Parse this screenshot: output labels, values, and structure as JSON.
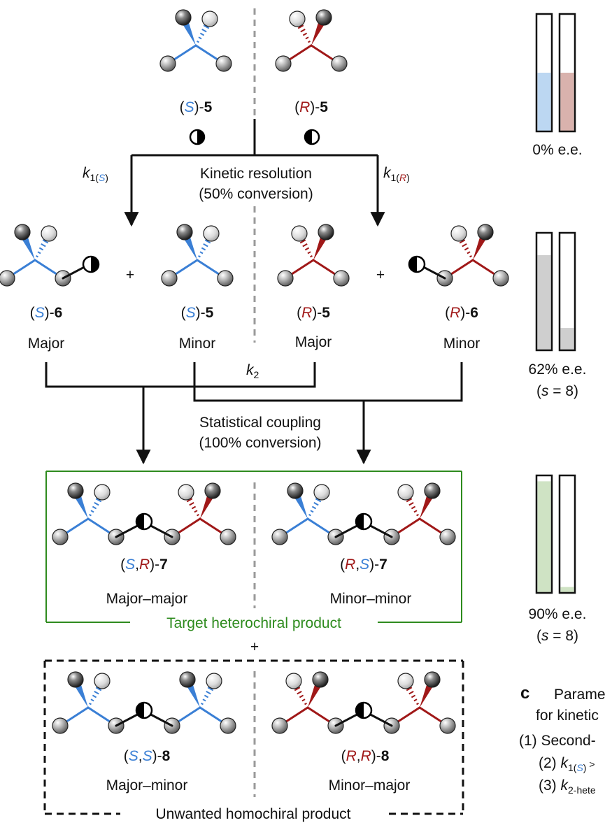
{
  "colors": {
    "s_bond": "#3a7fd5",
    "r_bond": "#a01818",
    "target_box": "#2e8b1e",
    "bar_s": "#bcd7f2",
    "bar_r": "#d9b2ad",
    "bar_grey": "#cfcfcf",
    "bar_green": "#cfe3c4"
  },
  "top": {
    "s5": {
      "open": "(",
      "cfg": "S",
      "close": ")-",
      "num": "5"
    },
    "r5": {
      "open": "(",
      "cfg": "R",
      "close": ")-",
      "num": "5"
    }
  },
  "rate_s": {
    "k": "k",
    "sub": "1(",
    "cfg": "S",
    "close": ")"
  },
  "rate_r": {
    "k": "k",
    "sub": "1(",
    "cfg": "R",
    "close": ")"
  },
  "kinetic_resolution": {
    "line1": "Kinetic resolution",
    "line2": "(50% conversion)"
  },
  "middle": {
    "s6": {
      "open": "(",
      "cfg": "S",
      "close": ")-",
      "num": "6",
      "role": "Major"
    },
    "s5": {
      "open": "(",
      "cfg": "S",
      "close": ")-",
      "num": "5",
      "role": "Minor"
    },
    "r5": {
      "open": "(",
      "cfg": "R",
      "close": ")-",
      "num": "5",
      "role": "Major"
    },
    "r6": {
      "open": "(",
      "cfg": "R",
      "close": ")-",
      "num": "6",
      "role": "Minor"
    },
    "plus": "+"
  },
  "k2": {
    "k": "k",
    "sub": "2"
  },
  "coupling": {
    "line1": "Statistical coupling",
    "line2": "(100% conversion)"
  },
  "target": {
    "sr7": {
      "open": "(",
      "cfg1": "S",
      "comma": ",",
      "cfg2": "R",
      "close": ")-",
      "num": "7",
      "role": "Major–major"
    },
    "rs7": {
      "open": "(",
      "cfg1": "R",
      "comma": ",",
      "cfg2": "S",
      "close": ")-",
      "num": "7",
      "role": "Minor–minor"
    },
    "caption": "Target heterochiral product"
  },
  "plus_between": "+",
  "unwanted": {
    "ss8": {
      "open": "(",
      "cfg1": "S",
      "comma": ",",
      "cfg2": "S",
      "close": ")-",
      "num": "8",
      "role": "Major–minor"
    },
    "rr8": {
      "open": "(",
      "cfg1": "R",
      "comma": ",",
      "cfg2": "R",
      "close": ")-",
      "num": "8",
      "role": "Minor–major"
    },
    "caption": "Unwanted homochiral product"
  },
  "bars": [
    {
      "left_fill": 0.5,
      "right_fill": 0.5,
      "left_color": "s",
      "right_color": "r",
      "label1": "0% e.e.",
      "label2": ""
    },
    {
      "left_fill": 0.81,
      "right_fill": 0.19,
      "left_color": "grey",
      "right_color": "grey",
      "label1": "62% e.e.",
      "label2_open": "(",
      "label2_s": "s",
      "label2_rest": " = 8)"
    },
    {
      "left_fill": 0.95,
      "right_fill": 0.05,
      "left_color": "green",
      "right_color": "green",
      "label1": "90% e.e.",
      "label2_open": "(",
      "label2_s": "s",
      "label2_rest": " = 8)"
    }
  ],
  "panel_c": {
    "letter": "c",
    "title1": "Parame",
    "title2": "for kinetic",
    "item1": "(1) Second-",
    "item2_pre": "(2) ",
    "item2_k": "k",
    "item2_sub": "1(",
    "item2_cfg": "S",
    "item2_close": ")",
    "item2_post": " >",
    "item3_pre": "(3) ",
    "item3_k": "k",
    "item3_sub": "2-hete"
  }
}
